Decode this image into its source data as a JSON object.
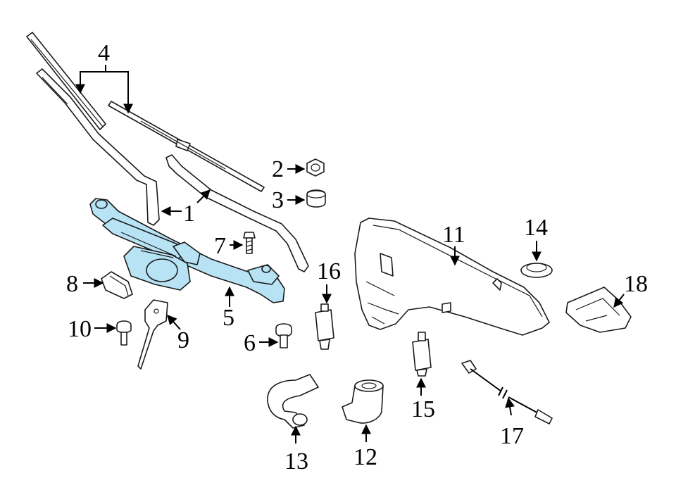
{
  "diagram": {
    "highlight_color": "#b8e3f5",
    "callouts": [
      {
        "id": "1",
        "label": "1"
      },
      {
        "id": "2",
        "label": "2"
      },
      {
        "id": "3",
        "label": "3"
      },
      {
        "id": "4",
        "label": "4"
      },
      {
        "id": "5",
        "label": "5"
      },
      {
        "id": "6",
        "label": "6"
      },
      {
        "id": "7",
        "label": "7"
      },
      {
        "id": "8",
        "label": "8"
      },
      {
        "id": "9",
        "label": "9"
      },
      {
        "id": "10",
        "label": "10"
      },
      {
        "id": "11",
        "label": "11"
      },
      {
        "id": "12",
        "label": "12"
      },
      {
        "id": "13",
        "label": "13"
      },
      {
        "id": "14",
        "label": "14"
      },
      {
        "id": "15",
        "label": "15"
      },
      {
        "id": "16",
        "label": "16"
      },
      {
        "id": "17",
        "label": "17"
      },
      {
        "id": "18",
        "label": "18"
      }
    ]
  }
}
